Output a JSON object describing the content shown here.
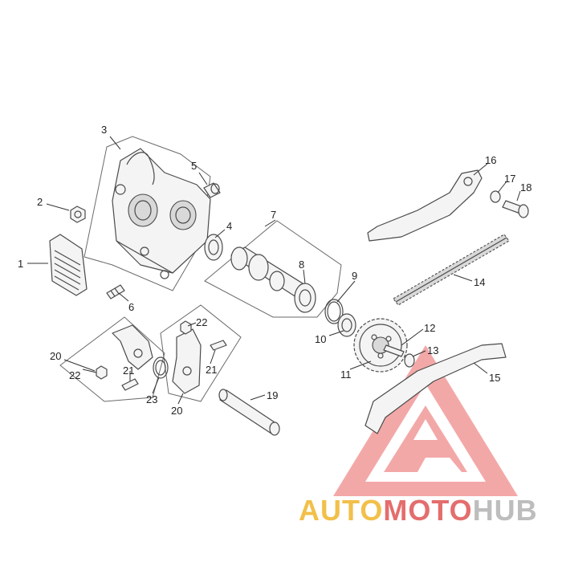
{
  "diagram": {
    "callouts": [
      "1",
      "2",
      "3",
      "4",
      "5",
      "6",
      "7",
      "8",
      "9",
      "10",
      "11",
      "12",
      "13",
      "14",
      "15",
      "16",
      "17",
      "18",
      "19",
      "20",
      "20",
      "21",
      "21",
      "22",
      "22",
      "23"
    ]
  },
  "watermark": {
    "part1": "AUTO",
    "part2": "MOTO",
    "part3": "HUB",
    "colors": {
      "auto": "#f2c04a",
      "moto": "#e46d6d",
      "hub": "#bdbdbd",
      "triangle": "#ee8a8a"
    }
  }
}
